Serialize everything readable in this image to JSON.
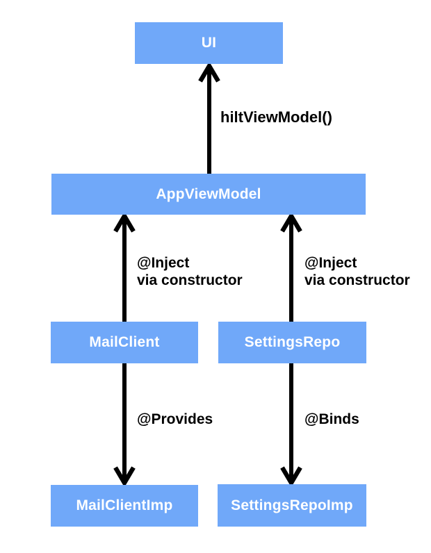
{
  "diagram": {
    "background_color": "#ffffff",
    "box_color": "#70a8f9",
    "box_text_color": "#ffffff",
    "arrow_color": "#000000",
    "nodes": {
      "ui": {
        "label": "UI"
      },
      "app_view_model": {
        "label": "AppViewModel"
      },
      "mail_client": {
        "label": "MailClient"
      },
      "settings_repo": {
        "label": "SettingsRepo"
      },
      "mail_client_imp": {
        "label": "MailClientImp"
      },
      "settings_repo_imp": {
        "label": "SettingsRepoImp"
      }
    },
    "edges": {
      "hilt_view_model": {
        "label": "hiltViewModel()"
      },
      "inject_left": {
        "line1": "@Inject",
        "line2": "via constructor"
      },
      "inject_right": {
        "line1": "@Inject",
        "line2": "via constructor"
      },
      "provides": {
        "label": "@Provides"
      },
      "binds": {
        "label": "@Binds"
      }
    }
  }
}
